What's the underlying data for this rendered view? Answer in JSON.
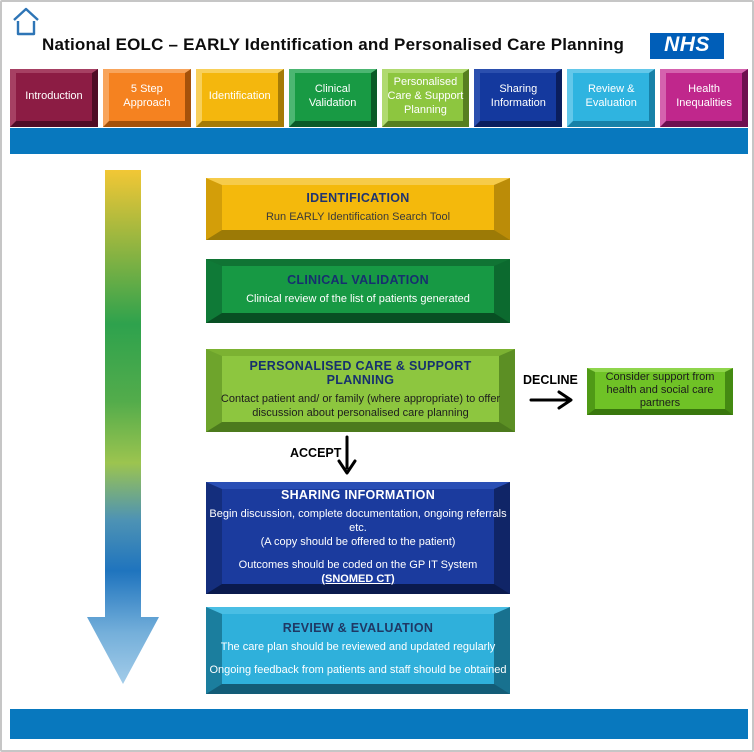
{
  "header": {
    "title": "National EOLC – EARLY Identification and Personalised Care Planning",
    "nhs_logo": "NHS",
    "nhs_colors": {
      "bg": "#005EB8"
    },
    "home_icon_color": "#2E75B6"
  },
  "nav": {
    "bar_colors": {
      "bg": "#0878BE"
    },
    "tabs": [
      {
        "label": "Introduction",
        "colors": {
          "bg": "#8C1C44",
          "light": "#A64063",
          "dark": "#4F0C26"
        }
      },
      {
        "label": "5 Step Approach",
        "colors": {
          "bg": "#F58220",
          "light": "#F8A55C",
          "dark": "#A5520A"
        }
      },
      {
        "label": "Identification",
        "colors": {
          "bg": "#F4B70D",
          "light": "#F8D05A",
          "dark": "#A57B06"
        }
      },
      {
        "label": "Clinical Validation",
        "colors": {
          "bg": "#189A44",
          "light": "#4CB672",
          "dark": "#0B5A27"
        }
      },
      {
        "label": "Personalised Care & Support Planning",
        "colors": {
          "bg": "#8DC63F",
          "light": "#B0DA70",
          "dark": "#567F20"
        }
      },
      {
        "label": "Sharing Information",
        "colors": {
          "bg": "#14399E",
          "light": "#2B4FAE",
          "dark": "#0A1E5E"
        }
      },
      {
        "label": "Review & Evaluation",
        "colors": {
          "bg": "#2FB4E0",
          "light": "#63C8EA",
          "dark": "#1781A8"
        }
      },
      {
        "label": "Health Inequalities",
        "colors": {
          "bg": "#C0278C",
          "light": "#D562AE",
          "dark": "#6E1050"
        }
      }
    ]
  },
  "flow": {
    "arrow_gradient": [
      {
        "o": "0%",
        "c": "#F2C735"
      },
      {
        "o": "30%",
        "c": "#2EA24D"
      },
      {
        "o": "45%",
        "c": "#53AC4B"
      },
      {
        "o": "57%",
        "c": "#9CC44F"
      },
      {
        "o": "68%",
        "c": "#4E93B4"
      },
      {
        "o": "78%",
        "c": "#1F74BE"
      },
      {
        "o": "90%",
        "c": "#74AFDA"
      },
      {
        "o": "100%",
        "c": "#A3CCE9"
      }
    ],
    "boxes": [
      {
        "title": "IDENTIFICATION",
        "lines": [
          "Run EARLY Identification Search Tool"
        ],
        "colors": {
          "bg": "#F4B90C",
          "top": "#F6CB4A",
          "left": "#D39E09",
          "right": "#BB8C08",
          "bottom": "#9C7A06",
          "title": "#1F3470",
          "body": "#3A3A3A"
        }
      },
      {
        "title": "CLINICAL VALIDATION",
        "lines": [
          "Clinical review of the list of patients generated"
        ],
        "colors": {
          "bg": "#179944",
          "top": "#107434",
          "left": "#0F7A37",
          "right": "#0C6A2F",
          "bottom": "#084F23",
          "title": "#16306E",
          "body": "#FFFFFF"
        }
      },
      {
        "title": "PERSONALISED CARE & SUPPORT PLANNING",
        "lines": [
          "Contact patient and/ or family (where appropriate) to offer",
          "discussion about personalised care planning"
        ],
        "colors": {
          "bg": "#8DC63F",
          "top": "#7CB232",
          "left": "#6EA42C",
          "right": "#5C8F24",
          "bottom": "#4C7A1D",
          "title": "#16306E",
          "body": "#1D1D1D"
        }
      },
      {
        "title": "SHARING INFORMATION",
        "lines": [
          "Begin discussion, complete documentation, ongoing referrals",
          "etc.",
          "(A copy should be offered to the patient)",
          "Outcomes should be coded on the GP IT System"
        ],
        "snomed": "(SNOMED CT)",
        "colors": {
          "bg": "#1B3B9E",
          "top": "#2A4FB5",
          "left": "#142E7D",
          "right": "#102567",
          "bottom": "#0A1A4D",
          "title": "#FFFFFF",
          "body": "#FFFFFF"
        }
      },
      {
        "title": "REVIEW & EVALUATION",
        "lines": [
          "The care plan should be reviewed  and updated regularly",
          "Ongoing feedback from patients and staff should be obtained"
        ],
        "colors": {
          "bg": "#2FB0DB",
          "top": "#49BEE4",
          "left": "#1B7E9E",
          "right": "#18718F",
          "bottom": "#135C77",
          "title": "#1F3864",
          "body": "#FFFFFF"
        }
      }
    ],
    "accept_label": "ACCEPT",
    "decline_label": "DECLINE",
    "decline_box": {
      "lines": [
        "Consider support from",
        "health and social care",
        "partners"
      ],
      "colors": {
        "bg": "#6FC226",
        "top": "#8FD54C",
        "left": "#4F9A16",
        "right": "#448A12",
        "bottom": "#39770D",
        "body": "#1C1C1C"
      }
    }
  }
}
